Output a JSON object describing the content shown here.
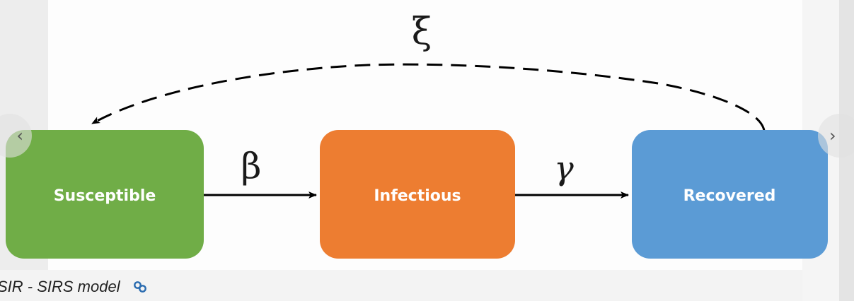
{
  "diagram": {
    "nodes": [
      {
        "id": "susceptible",
        "label": "Susceptible",
        "color": "#70ad47"
      },
      {
        "id": "infectious",
        "label": "Infectious",
        "color": "#ed7d31"
      },
      {
        "id": "recovered",
        "label": "Recovered",
        "color": "#5b9bd5"
      }
    ],
    "edges": [
      {
        "from": "susceptible",
        "to": "infectious",
        "label": "β",
        "style": "solid"
      },
      {
        "from": "infectious",
        "to": "recovered",
        "label": "γ",
        "style": "solid"
      },
      {
        "from": "recovered",
        "to": "susceptible",
        "label": "ξ",
        "style": "dashed"
      }
    ]
  },
  "caption": {
    "text": "SIR - SIRS model",
    "link_icon": "link-icon"
  },
  "carousel": {
    "prev_glyph": "‹",
    "next_glyph": "›",
    "prev_icon": "chevron-left-icon",
    "next_icon": "chevron-right-icon"
  }
}
